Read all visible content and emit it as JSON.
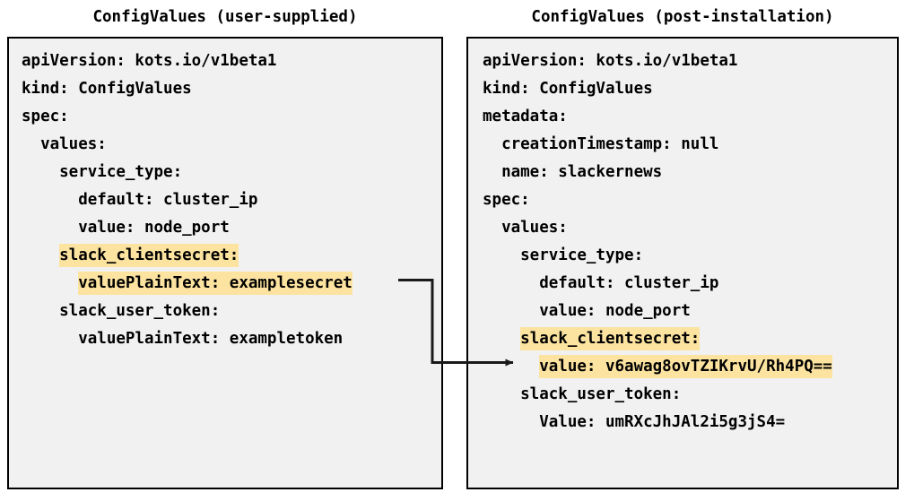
{
  "diagram": {
    "type": "config-comparison",
    "panels": [
      {
        "id": "user-supplied",
        "title": "ConfigValues (user-supplied)",
        "lines": [
          {
            "text": "apiVersion: kots.io/v1beta1",
            "highlight": false
          },
          {
            "text": "kind: ConfigValues",
            "highlight": false
          },
          {
            "text": "spec:",
            "highlight": false
          },
          {
            "text": "  values:",
            "highlight": false
          },
          {
            "text": "    service_type:",
            "highlight": false
          },
          {
            "text": "      default: cluster_ip",
            "highlight": false
          },
          {
            "text": "      value: node_port",
            "highlight": false
          },
          {
            "text": "    slack_clientsecret:",
            "highlight": true,
            "indent": 4
          },
          {
            "text": "      valuePlainText: examplesecret",
            "highlight": true,
            "indent": 6
          },
          {
            "text": "    slack_user_token:",
            "highlight": false
          },
          {
            "text": "      valuePlainText: exampletoken",
            "highlight": false
          }
        ]
      },
      {
        "id": "post-installation",
        "title": "ConfigValues (post-installation)",
        "lines": [
          {
            "text": "apiVersion: kots.io/v1beta1",
            "highlight": false
          },
          {
            "text": "kind: ConfigValues",
            "highlight": false
          },
          {
            "text": "metadata:",
            "highlight": false
          },
          {
            "text": "  creationTimestamp: null",
            "highlight": false
          },
          {
            "text": "  name: slackernews",
            "highlight": false
          },
          {
            "text": "spec:",
            "highlight": false
          },
          {
            "text": "  values:",
            "highlight": false
          },
          {
            "text": "    service_type:",
            "highlight": false
          },
          {
            "text": "      default: cluster_ip",
            "highlight": false
          },
          {
            "text": "      value: node_port",
            "highlight": false
          },
          {
            "text": "    slack_clientsecret:",
            "highlight": true,
            "indent": 4
          },
          {
            "text": "      value: v6awag8ovTZIKrvU/Rh4PQ==",
            "highlight": true,
            "indent": 6
          },
          {
            "text": "    slack_user_token:",
            "highlight": false
          },
          {
            "text": "      Value: umRXcJhJAl2i5g3jS4=",
            "highlight": false
          }
        ]
      }
    ],
    "connector": {
      "name": "secret-encryption-arrow",
      "from_label": "valuePlainText: examplesecret",
      "to_label": "value: v6awag8ovTZIKrvU/Rh4PQ=="
    },
    "colors": {
      "highlight": "#fce3a0",
      "panel_background": "#f1f1f1",
      "border": "#000000",
      "text": "#000000",
      "connector": "#1a1a1a"
    }
  }
}
